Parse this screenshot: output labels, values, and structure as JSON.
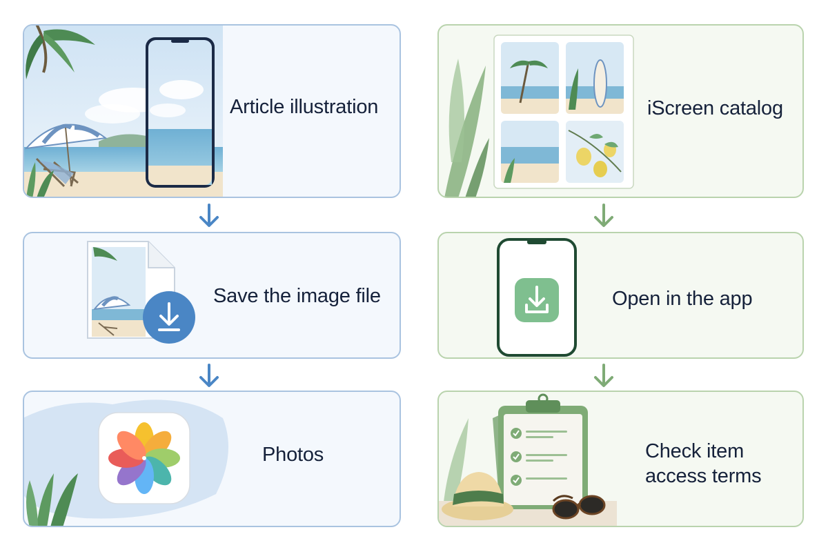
{
  "flow": {
    "left": {
      "step1": {
        "label": "Article illustration",
        "icon": "beach-phone-icon"
      },
      "step2": {
        "label": "Save the image file",
        "icon": "download-file-icon"
      },
      "step3": {
        "label": "Photos",
        "icon": "photos-app-icon"
      }
    },
    "right": {
      "step1": {
        "label": "iScreen catalog",
        "icon": "catalog-grid-icon"
      },
      "step2": {
        "label": "Open in the app",
        "icon": "phone-download-icon"
      },
      "step3": {
        "label_line1": "Check item",
        "label_line2": "access terms",
        "icon": "clipboard-checklist-icon"
      }
    }
  },
  "colors": {
    "left_accent": "#4a86c5",
    "right_accent": "#7fab76",
    "left_border": "#a9c3e0",
    "right_border": "#b9d3ad",
    "text": "#15213a"
  }
}
